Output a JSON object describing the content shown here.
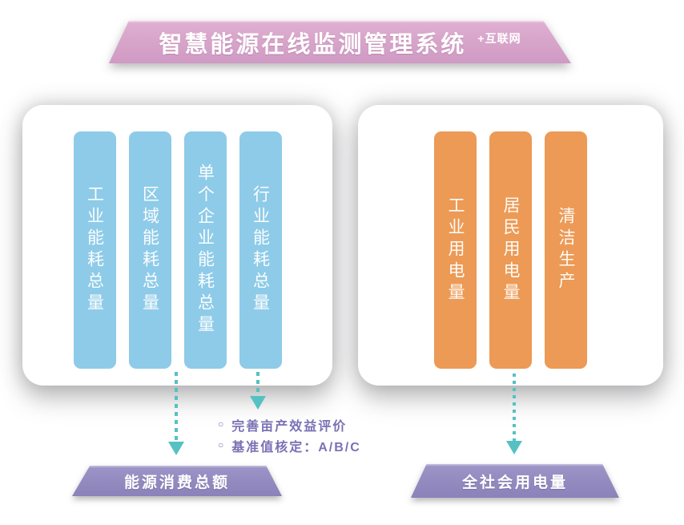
{
  "header": {
    "title": "智慧能源在线监测管理系统",
    "tag": "+互联网"
  },
  "left_panel": {
    "bars": [
      {
        "label": "工业能耗总量"
      },
      {
        "label": "区域能耗总量"
      },
      {
        "label": "单个企业能耗总量"
      },
      {
        "label": "行业能耗总量"
      }
    ]
  },
  "right_panel": {
    "bars": [
      {
        "label": "工业用电量"
      },
      {
        "label": "居民用电量"
      },
      {
        "label": "清洁生产"
      }
    ]
  },
  "notes": {
    "bullet_glyph": "○",
    "items": [
      "完善亩产效益评价",
      "基准值核定：A/B/C"
    ]
  },
  "banners": {
    "left": "能源消费总额",
    "right": "全社会用电量"
  },
  "colors": {
    "header-pink": "#d8a5ca",
    "bar-blue": "#8ecbe8",
    "bar-orange": "#ec9a55",
    "banner-purple": "#928abf",
    "arrow-teal": "#56c1c3",
    "note-purple": "#7a71b5"
  }
}
